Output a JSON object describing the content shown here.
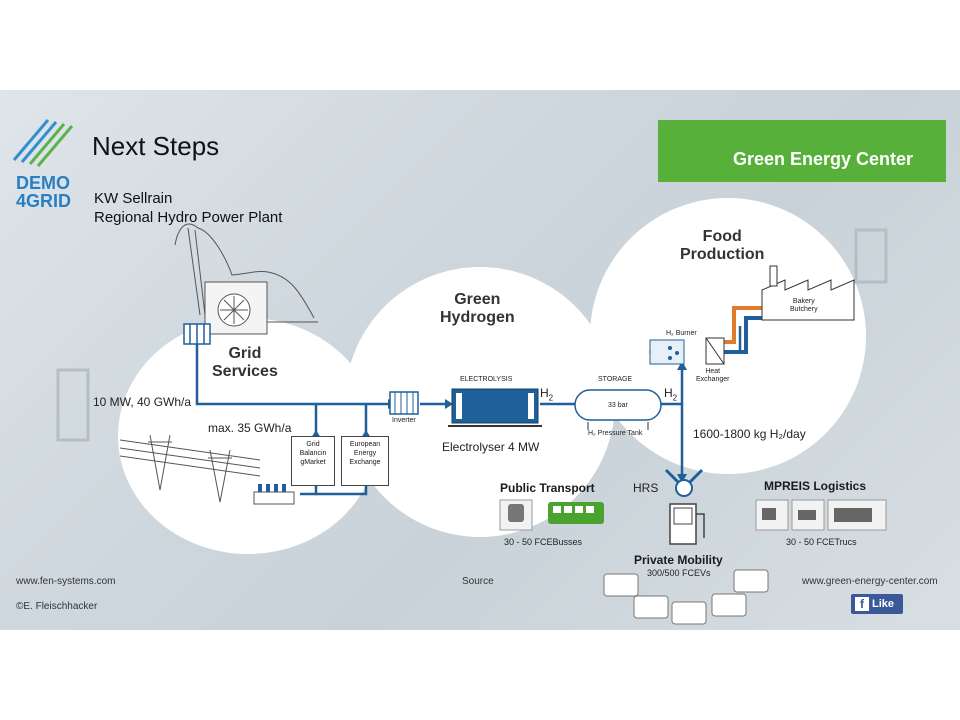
{
  "logo": {
    "line1": "DEMO",
    "line2": "4GRID"
  },
  "title": "Next Steps",
  "plant": {
    "line1": "KW Sellrain",
    "line2": "Regional Hydro Power Plant"
  },
  "brand": {
    "name": "Green Energy Center",
    "color": "#56b03a"
  },
  "sections": {
    "grid_services": {
      "line1": "Grid",
      "line2": "Services"
    },
    "green_hydrogen": {
      "line1": "Green",
      "line2": "Hydrogen"
    },
    "food_production": {
      "line1": "Food",
      "line2": "Production"
    }
  },
  "labels": {
    "power": "10 MW, 40 GWh/a",
    "max": "max. 35 GWh/a",
    "inverter": "Inverter",
    "electrolysis": "ELECTROLYSIS",
    "h2": "H",
    "h2_sub": "2",
    "storage": "STORAGE",
    "tank_pressure": "33 bar",
    "tank_label": "H₂ Pressure Tank",
    "electrolyser": "Electrolyser 4 MW",
    "h2_burner": "H₂ Burner",
    "heat_exchanger_1": "Heat",
    "heat_exchanger_2": "Exchanger",
    "bakery_1": "Bakery",
    "bakery_2": "Butchery",
    "flow": "1600-1800 kg H₂/day",
    "hrs": "HRS",
    "grid_box": "Grid Balancin gMarket",
    "exchange_box": "European Energy Exchange"
  },
  "mobility": {
    "public_transport": "Public Transport",
    "public_count": "30 - 50 FCEBusses",
    "logistics": "MPREIS Logistics",
    "logistics_count": "30 - 50 FCETrucs",
    "private": "Private Mobility",
    "private_count": "300/500 FCEVs"
  },
  "footer": {
    "left_url": "www.fen-systems.com",
    "source": "Source",
    "right_url": "www.green-energy-center.com",
    "copyright": "©E. Fleischhacker",
    "like": "Like"
  },
  "colors": {
    "pipe": "#1f5f9a",
    "hot": "#e07b2a"
  }
}
